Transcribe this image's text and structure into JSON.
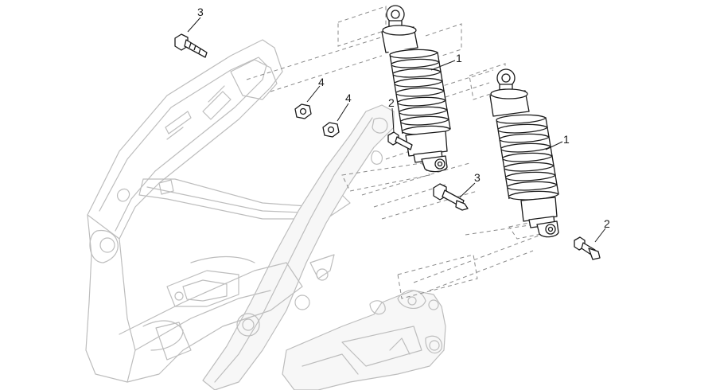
{
  "callouts": {
    "shock_left": "1",
    "shock_right": "1",
    "bolt_short_mid": "2",
    "bolt_short_right": "2",
    "bolt_long_top": "3",
    "bolt_long_mid": "3",
    "nut_a": "4",
    "nut_b": "4"
  },
  "colors": {
    "frame_stroke": "#bdbdbd",
    "part_stroke": "#1a1a1a",
    "dash_stroke": "#8a8a8a"
  },
  "icons": {
    "frame": "scooter-frame-outline",
    "shock": "rear-shock-absorber",
    "bolt": "hex-bolt",
    "nut": "hex-nut"
  }
}
